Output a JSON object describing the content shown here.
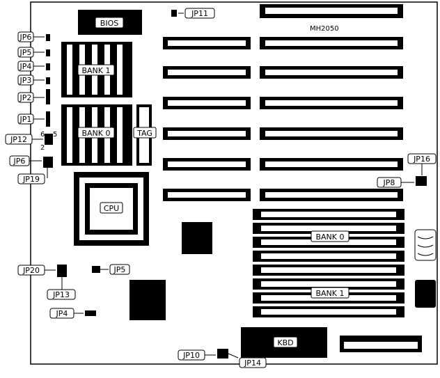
{
  "board": {
    "model": "MH2050",
    "chips": {
      "bios": "BIOS",
      "cpu": "CPU",
      "tag": "TAG",
      "kbd": "KBD"
    },
    "cache_banks": {
      "bank1": "BANK 1",
      "bank0": "BANK 0"
    },
    "simm_banks": {
      "bank0": "BANK 0",
      "bank1": "BANK 1"
    },
    "jumpers": {
      "jp6_top": "JP6",
      "jp5": "JP5",
      "jp4_top": "JP4",
      "jp3": "JP3",
      "jp2": "JP2",
      "jp1": "JP1",
      "jp12": "JP12",
      "jp6": "JP6",
      "jp19": "JP19",
      "jp11": "JP11",
      "jp16": "JP16",
      "jp8": "JP8",
      "jp20": "JP20",
      "jp5_lower": "JP5",
      "jp13": "JP13",
      "jp4_lower": "JP4",
      "jp10": "JP10",
      "jp14": "JP14"
    },
    "jp12_pins": {
      "p6": "6",
      "p5": "5",
      "p2": "2"
    }
  }
}
